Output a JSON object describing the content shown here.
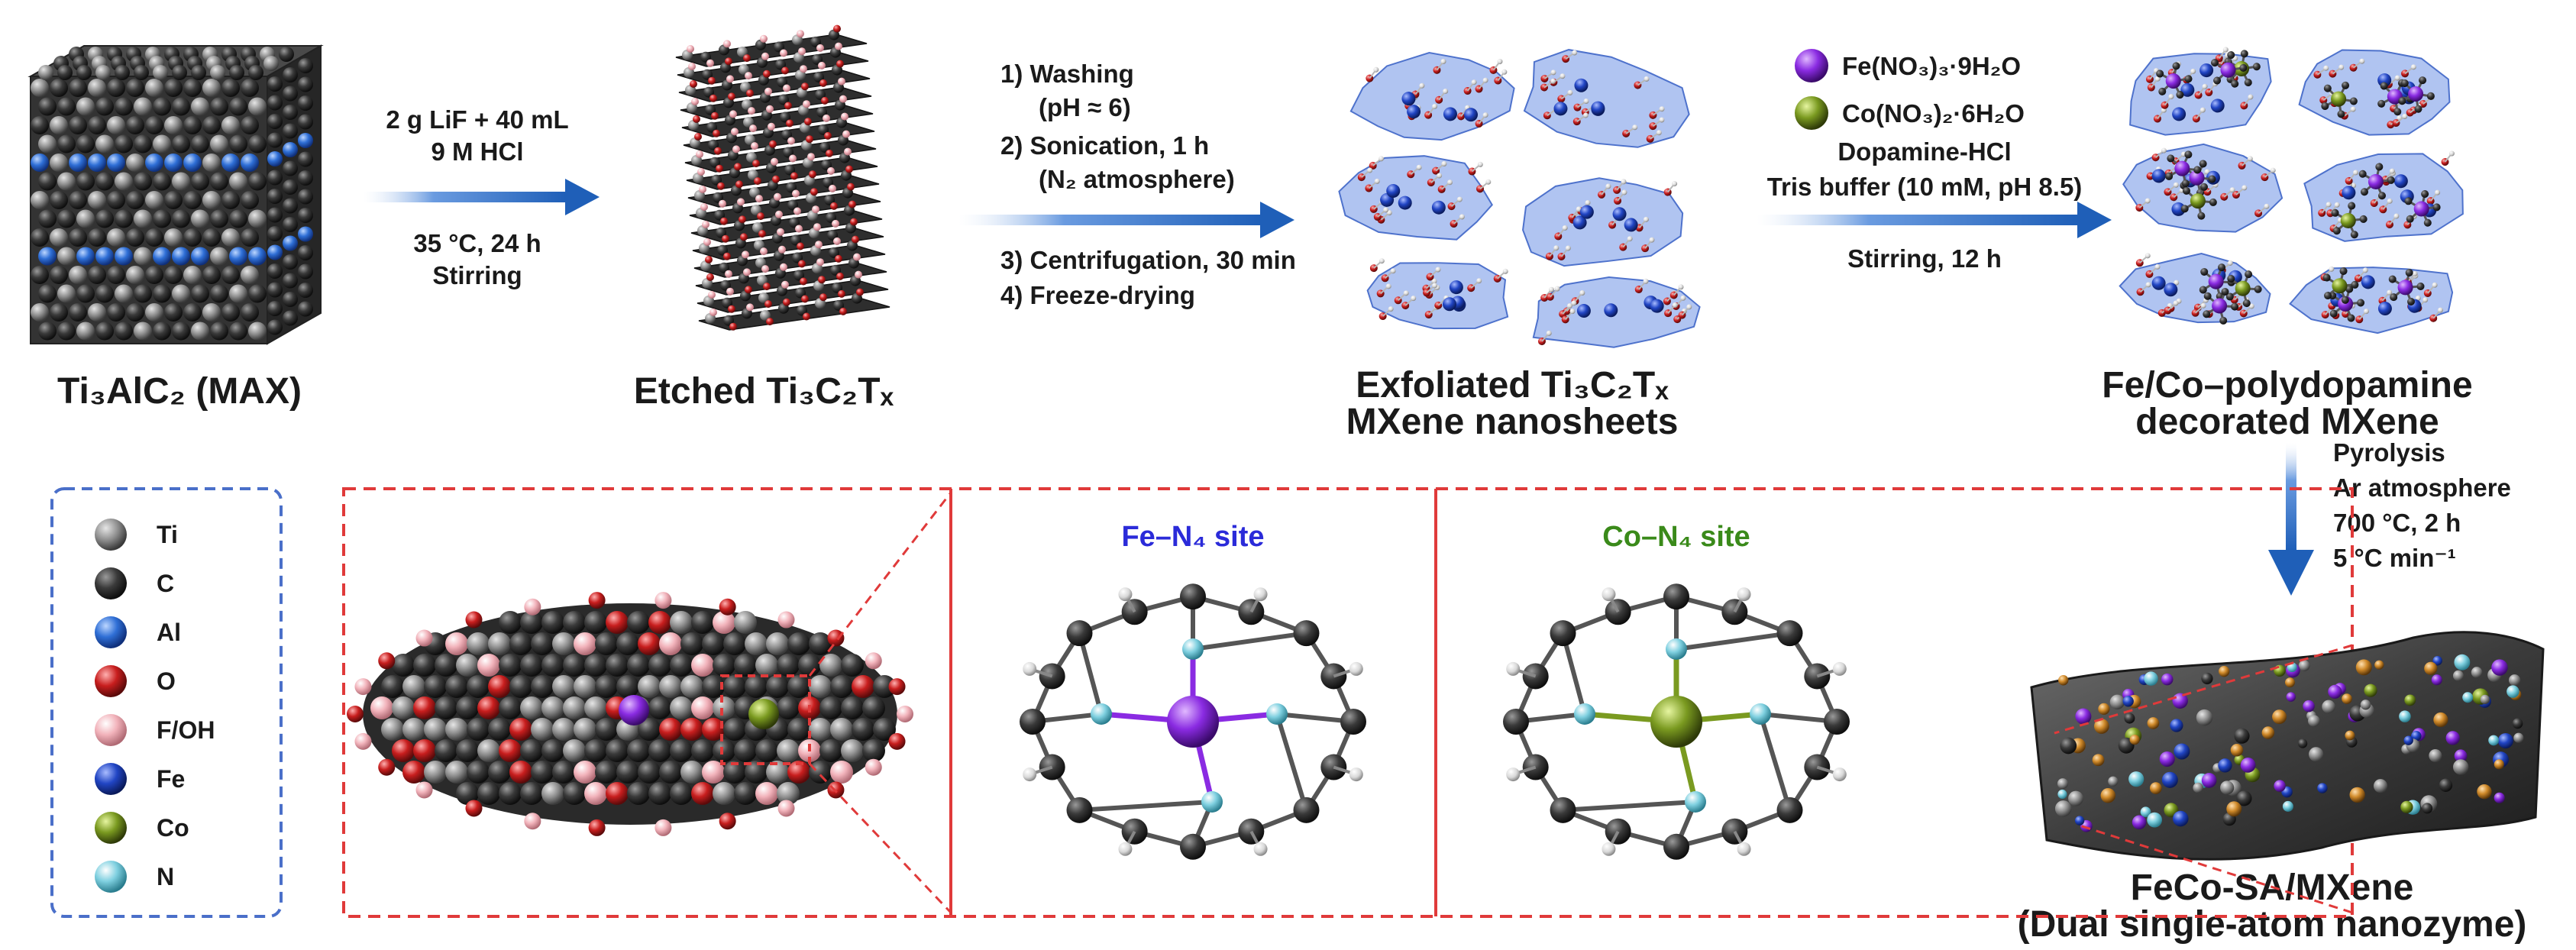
{
  "captions": {
    "max": [
      "Ti₃AlC₂ (MAX)"
    ],
    "etched": [
      "Etched Ti₃C₂Tₓ"
    ],
    "exfoliated": [
      "Exfoliated Ti₃C₂Tₓ",
      "MXene nanosheets"
    ],
    "pda": [
      "Fe/Co–polydopamine",
      "decorated MXene"
    ],
    "final": [
      "FeCo-SA/MXene",
      "(Dual single-atom nanozyme)"
    ]
  },
  "steps": {
    "step1": {
      "above": [
        "2 g LiF + 40 mL",
        "9 M HCl"
      ],
      "below": [
        "35 °C, 24 h",
        "Stirring"
      ]
    },
    "step2": {
      "above": [
        "1) Washing",
        "(pH ≈ 6)",
        "2) Sonication, 1 h",
        "(N₂ atmosphere)"
      ],
      "below": [
        "3) Centrifugation, 30 min",
        "4) Freeze-drying"
      ]
    },
    "step3": {
      "reagents": [
        {
          "label": "Fe(NO₃)₃·9H₂O",
          "color": "#7b1fd6"
        },
        {
          "label": "Co(NO₃)₂·6H₂O",
          "color": "#6b8e23"
        }
      ],
      "above": [
        "Dopamine-HCl",
        "Tris buffer (10 mM, pH 8.5)"
      ],
      "below": [
        "Stirring, 12 h"
      ]
    },
    "step4": {
      "lines": [
        "Pyrolysis",
        "Ar atmosphere",
        "700 °C, 2 h",
        "5 °C min⁻¹"
      ]
    }
  },
  "sites": {
    "fe": {
      "label": "Fe–N₄ site",
      "color": "#2b2bd9",
      "metal_color": "#8a2be2"
    },
    "co": {
      "label": "Co–N₄ site",
      "color": "#3a8a1a",
      "metal_color": "#7a9a20"
    }
  },
  "legend": [
    {
      "label": "Ti",
      "color": "#8c8c8c"
    },
    {
      "label": "C",
      "color": "#2e2e2e"
    },
    {
      "label": "Al",
      "color": "#2f6fd6"
    },
    {
      "label": "O",
      "color": "#c81e1e"
    },
    {
      "label": "F/OH",
      "color": "#f2b3bb"
    },
    {
      "label": "Fe",
      "color": "#2145c4"
    },
    {
      "label": "Co",
      "color": "#7a9a20"
    },
    {
      "label": "N",
      "color": "#7fd0e0"
    }
  ],
  "colors": {
    "arrow": "#1f5fb8",
    "frame_red": "#e03a3a",
    "legend_border": "#4a6fc9",
    "sheet_blue": "#6f93e6"
  }
}
